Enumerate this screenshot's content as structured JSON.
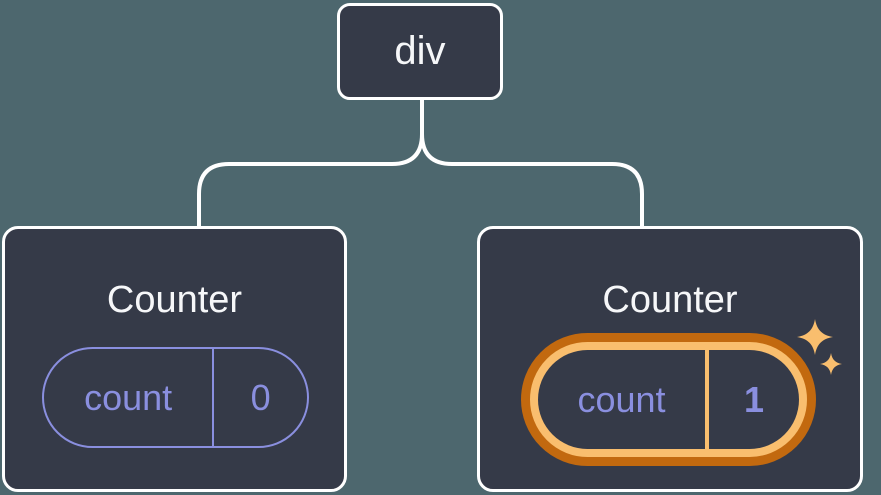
{
  "diagram": {
    "root": {
      "label": "div"
    },
    "children": [
      {
        "title": "Counter",
        "state": {
          "key": "count",
          "value": "0"
        },
        "highlighted": false
      },
      {
        "title": "Counter",
        "state": {
          "key": "count",
          "value": "1"
        },
        "highlighted": true
      }
    ]
  },
  "colors": {
    "background": "#4d676e",
    "node_fill": "#353a48",
    "node_border": "#ffffff",
    "connector": "#ffffff",
    "title_text": "#f6f7f9",
    "state_accent_purple": "#8a8fdf",
    "highlight_ring_outer": "#c2690f",
    "highlight_ring_inner": "#f9be6e",
    "sparkle": "#f9be6e"
  }
}
